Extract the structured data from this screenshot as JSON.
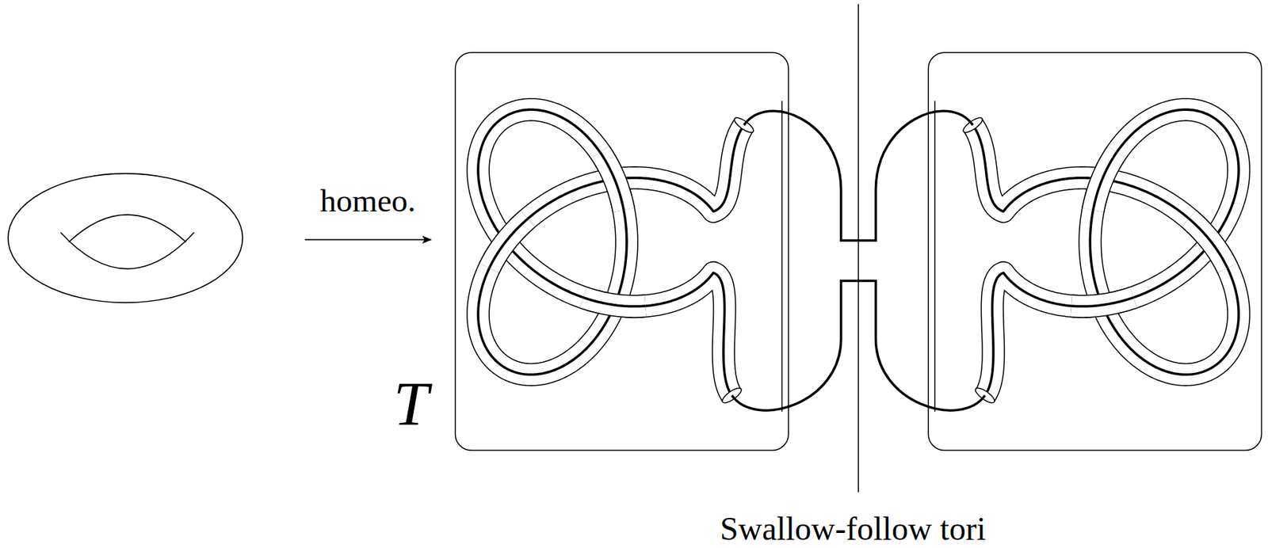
{
  "diagram": {
    "labels": [
      "homeo.",
      "T",
      "Swallow-follow tori"
    ]
  }
}
